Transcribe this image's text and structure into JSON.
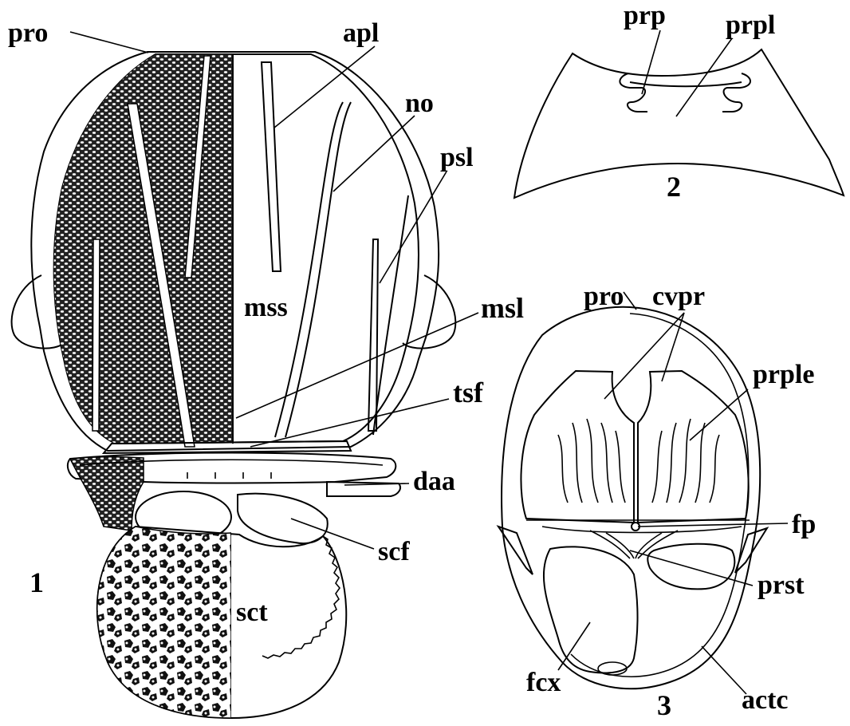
{
  "figure": {
    "panels": [
      {
        "id": "1",
        "number": "1"
      },
      {
        "id": "2",
        "number": "2"
      },
      {
        "id": "3",
        "number": "3"
      }
    ],
    "labels": {
      "p1_pro": "pro",
      "p1_apl": "apl",
      "p1_no": "no",
      "p1_psl": "psl",
      "p1_mss": "mss",
      "p1_msl": "msl",
      "p1_tsf": "tsf",
      "p1_daa": "daa",
      "p1_scf": "scf",
      "p1_sct": "sct",
      "p2_prp": "prp",
      "p2_prpl": "prpl",
      "p3_pro": "pro",
      "p3_cvpr": "cvpr",
      "p3_prple": "prple",
      "p3_fp": "fp",
      "p3_prst": "prst",
      "p3_fcx": "fcx",
      "p3_actc": "actc"
    }
  }
}
